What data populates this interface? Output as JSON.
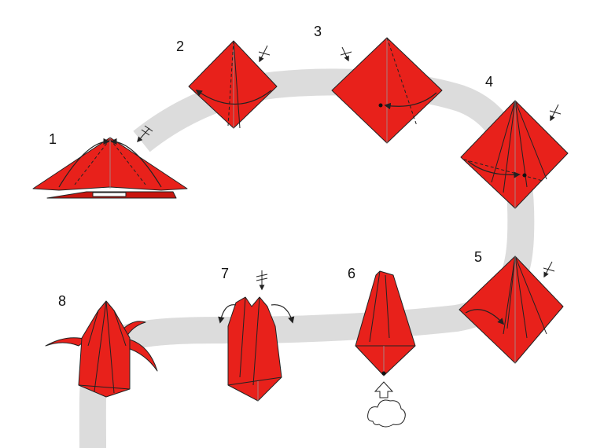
{
  "colors": {
    "paper": "#e8211b",
    "paper_shade": "#c8150f",
    "path": "#dcdcdc",
    "outline": "#222222"
  },
  "steps": [
    {
      "label": "1"
    },
    {
      "label": "2"
    },
    {
      "label": "3"
    },
    {
      "label": "4"
    },
    {
      "label": "5"
    },
    {
      "label": "6"
    },
    {
      "label": "7"
    },
    {
      "label": "8"
    }
  ],
  "icons": {
    "push": "push-arrow-icon",
    "cloud": "cloud-icon",
    "turn_over": "turn-over-icon"
  }
}
